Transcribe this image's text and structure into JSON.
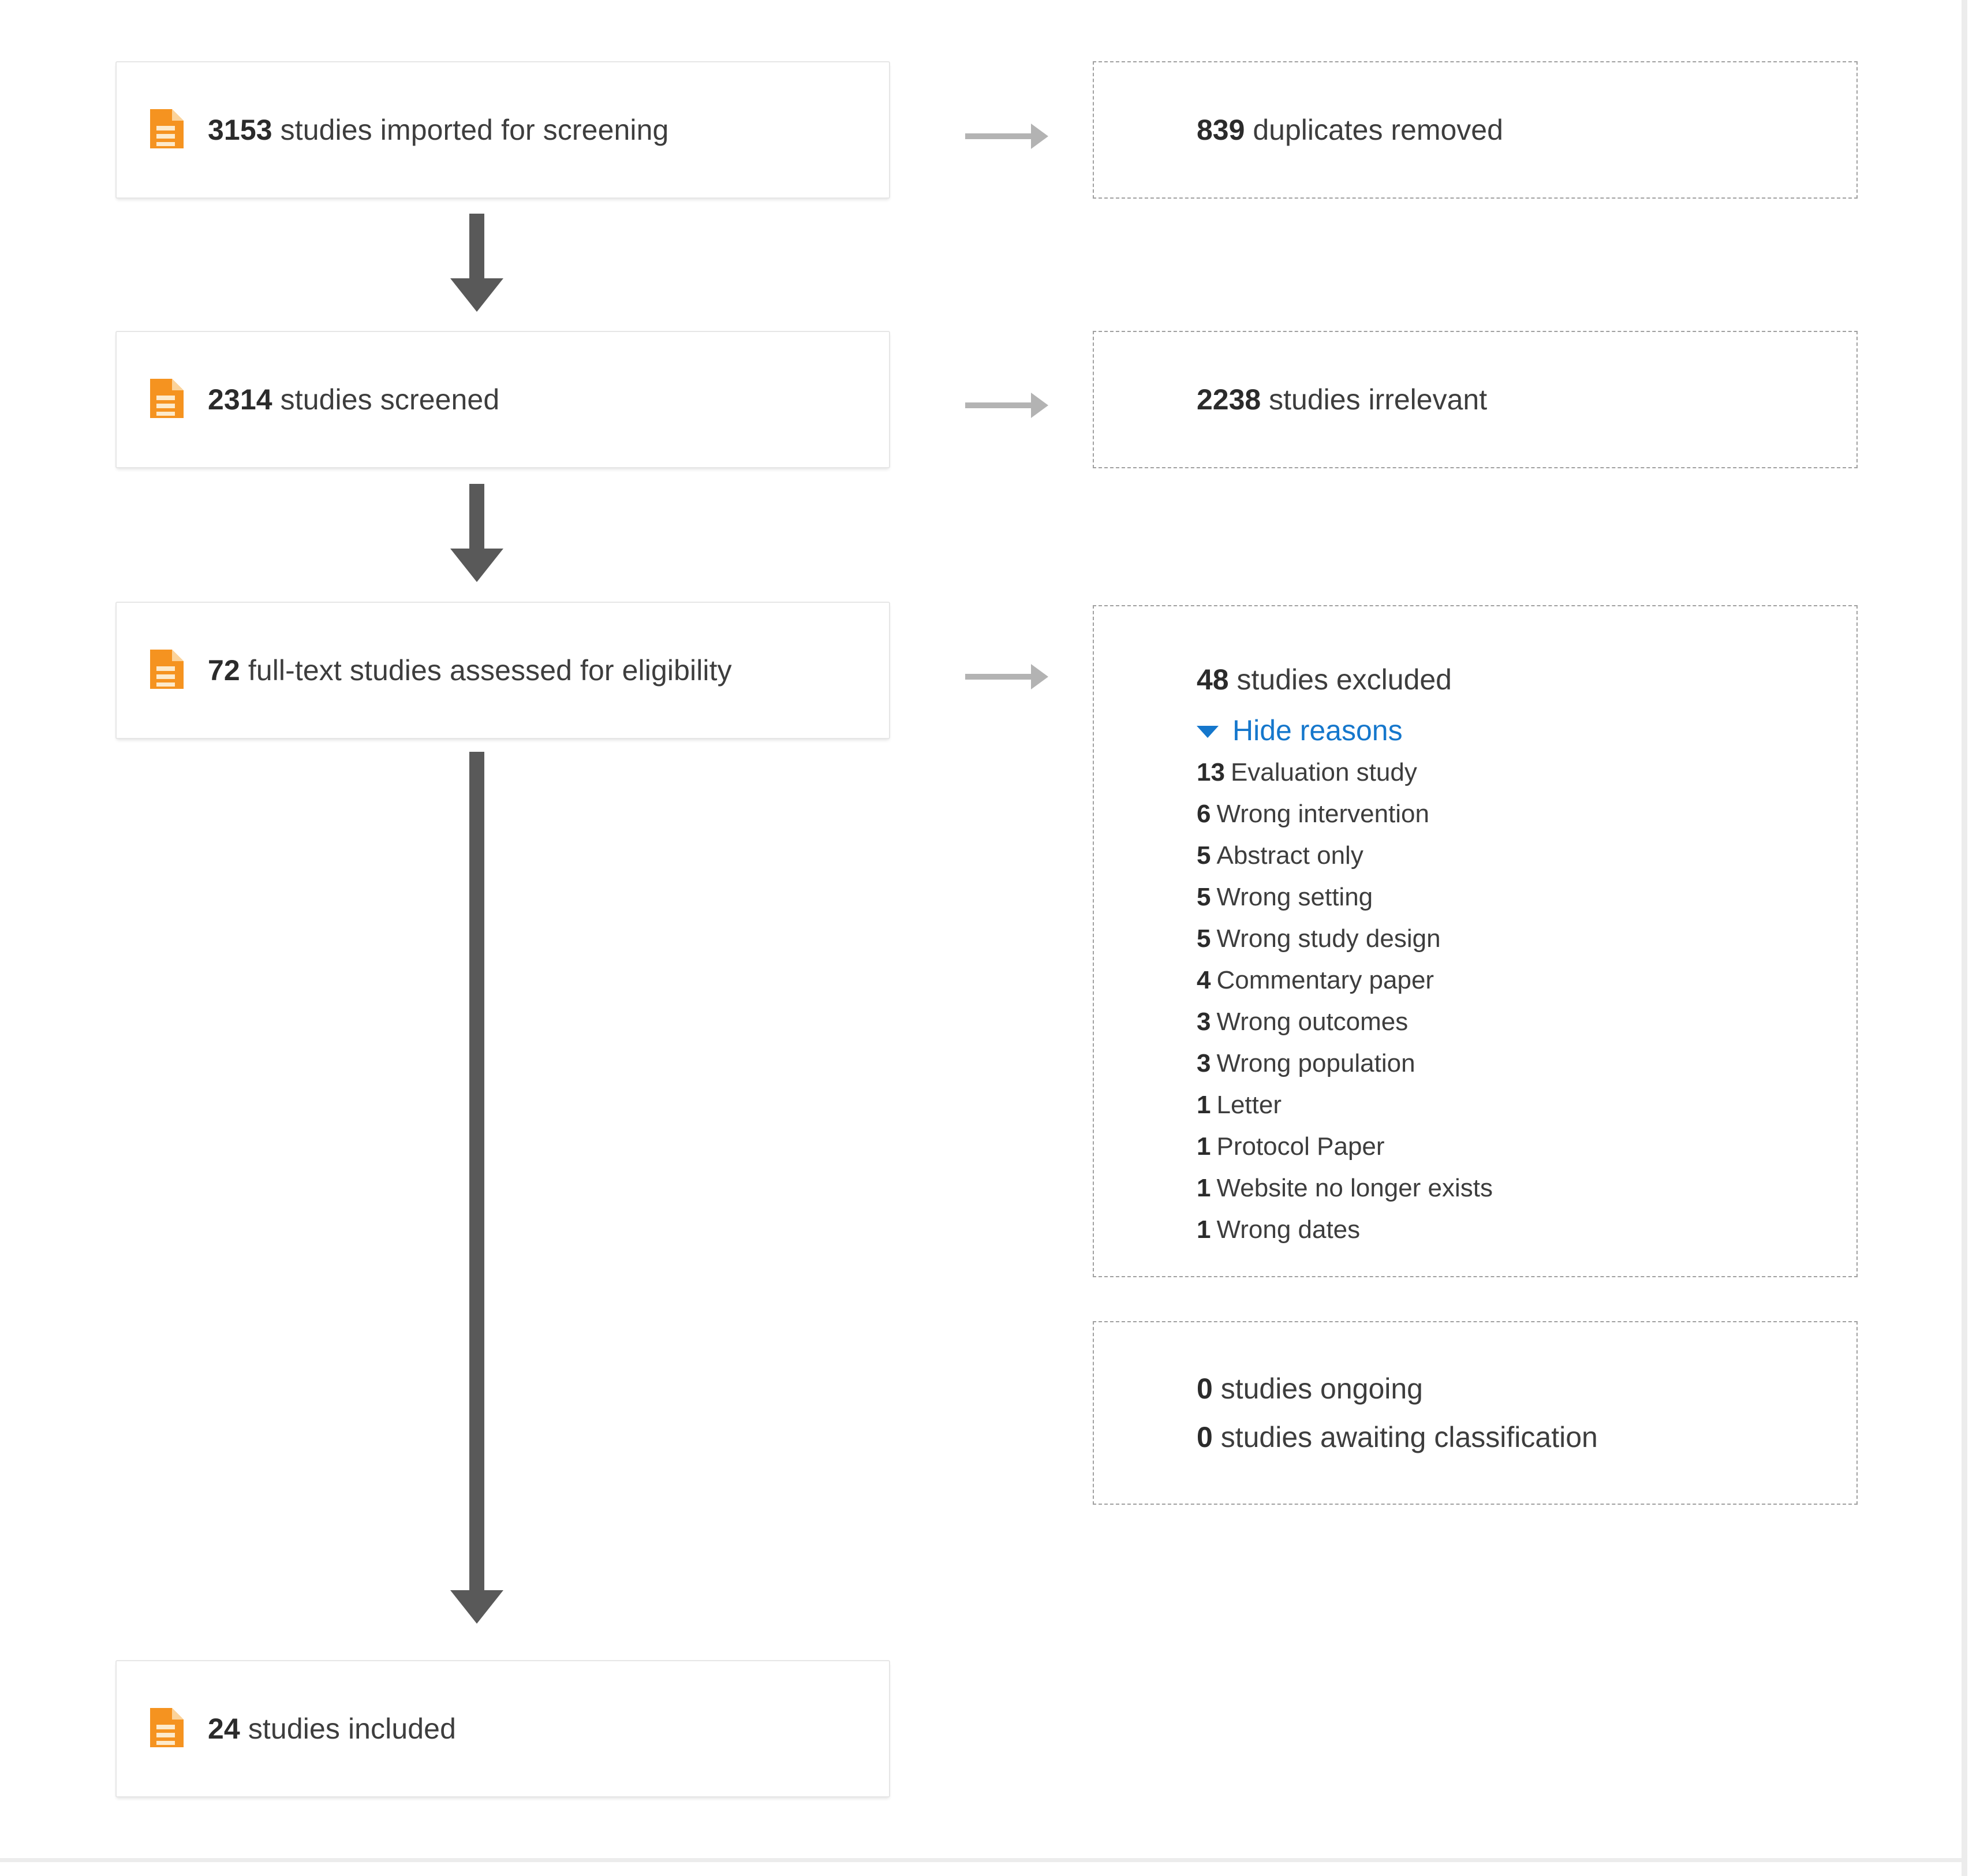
{
  "diagram": {
    "type": "prisma-flow",
    "stages": [
      {
        "id": "imported",
        "icon": "document-icon",
        "count": "3153",
        "label": "studies imported for screening"
      },
      {
        "id": "screened",
        "icon": "document-icon",
        "count": "2314",
        "label": "studies screened"
      },
      {
        "id": "fulltext",
        "icon": "document-icon",
        "count": "72",
        "label": "full-text studies assessed for eligibility"
      },
      {
        "id": "included",
        "icon": "document-icon",
        "count": "24",
        "label": "studies included"
      }
    ],
    "outcomes": {
      "duplicates": {
        "count": "839",
        "label": "duplicates removed"
      },
      "irrelevant": {
        "count": "2238",
        "label": "studies irrelevant"
      },
      "excluded": {
        "count": "48",
        "label": "studies excluded",
        "toggle_label": "Hide reasons",
        "toggle_icon": "caret-down-icon",
        "reasons": [
          {
            "count": "13",
            "label": "Evaluation study"
          },
          {
            "count": "6",
            "label": "Wrong intervention"
          },
          {
            "count": "5",
            "label": "Abstract only"
          },
          {
            "count": "5",
            "label": "Wrong setting"
          },
          {
            "count": "5",
            "label": "Wrong study design"
          },
          {
            "count": "4",
            "label": "Commentary paper"
          },
          {
            "count": "3",
            "label": "Wrong outcomes"
          },
          {
            "count": "3",
            "label": "Wrong population"
          },
          {
            "count": "1",
            "label": "Letter"
          },
          {
            "count": "1",
            "label": "Protocol Paper"
          },
          {
            "count": "1",
            "label": "Website no longer exists"
          },
          {
            "count": "1",
            "label": "Wrong dates"
          }
        ]
      },
      "pending": {
        "ongoing": {
          "count": "0",
          "label": "studies ongoing"
        },
        "awaiting": {
          "count": "0",
          "label": "studies awaiting classification"
        }
      }
    },
    "colors": {
      "accent_link": "#1577cc",
      "icon_orange": "#f59320",
      "arrow_dark": "#595959",
      "arrow_light": "#b3b3b3",
      "dashed_border": "#a0a0a0",
      "solid_border": "#e6e6e6",
      "text": "#3d3d3d"
    }
  }
}
